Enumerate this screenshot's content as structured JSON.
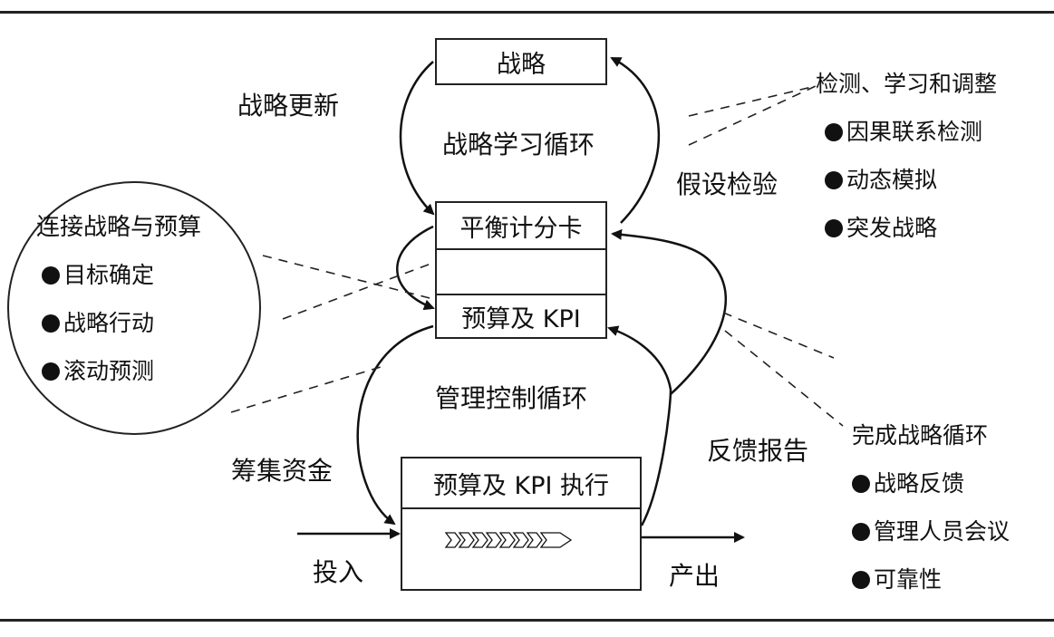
{
  "boxes": {
    "strategy": "战略",
    "balanced_scorecard": "平衡计分卡",
    "budget_kpi": "预算及 KPI",
    "budget_kpi_execution": "预算及 KPI 执行"
  },
  "labels": {
    "strategy_update": "战略更新",
    "strategy_learning_cycle": "战略学习循环",
    "hypothesis_testing": "假设检验",
    "management_control_cycle": "管理控制循环",
    "raise_funds": "筹集资金",
    "feedback_report": "反馈报告",
    "input": "投入",
    "output": "产出"
  },
  "left_panel": {
    "title": "连接战略与预算",
    "items": [
      "目标确定",
      "战略行动",
      "滚动预测"
    ]
  },
  "right_top_panel": {
    "title": "检测、学习和调整",
    "items": [
      "因果联系检测",
      "动态模拟",
      "突发战略"
    ]
  },
  "right_bottom_panel": {
    "title": "完成战略循环",
    "items": [
      "战略反馈",
      "管理人员会议",
      "可靠性"
    ]
  }
}
